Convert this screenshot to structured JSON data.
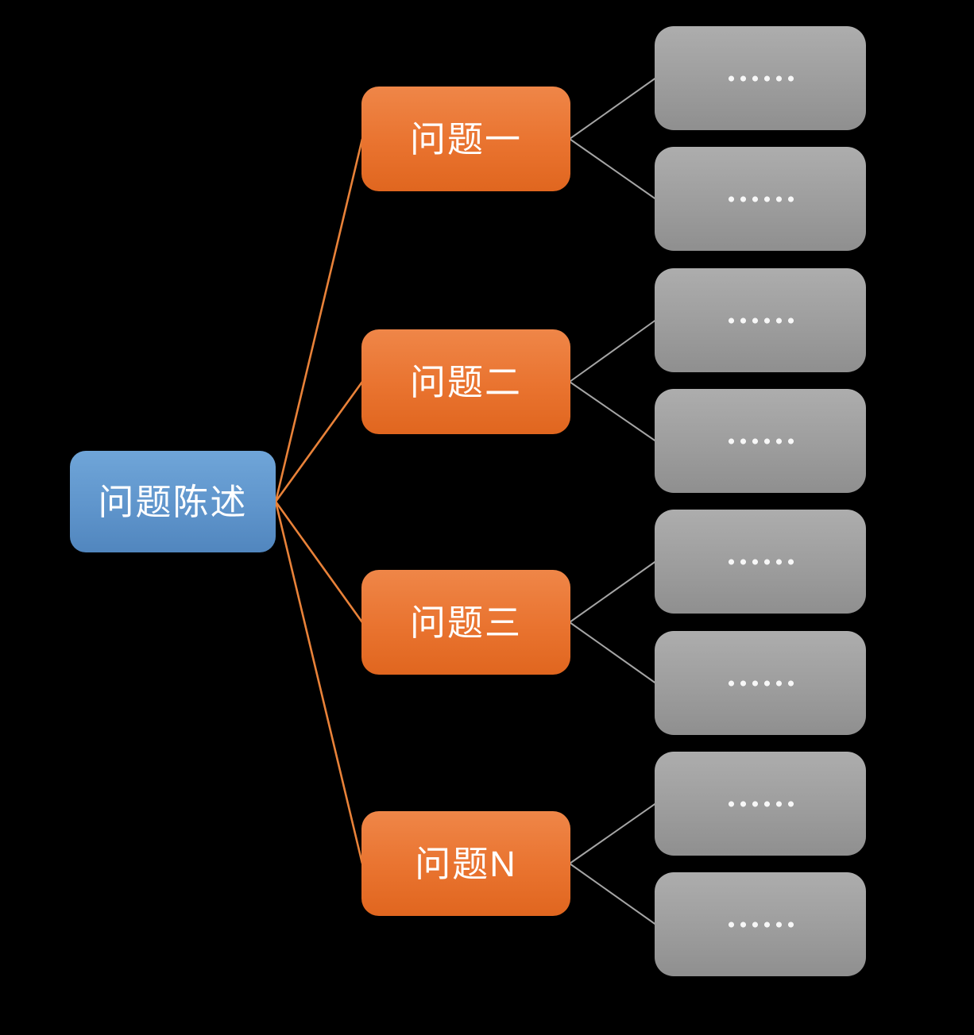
{
  "diagram": {
    "background_color": "#000000",
    "text_color": "#FFFFFF",
    "root": {
      "label": "问题陈述",
      "fill_top": "#6FA5D8",
      "fill_bottom": "#5186BE"
    },
    "branches": [
      {
        "label": "问题一",
        "children": [
          {
            "label": "……"
          },
          {
            "label": "……"
          }
        ]
      },
      {
        "label": "问题二",
        "children": [
          {
            "label": "……"
          },
          {
            "label": "……"
          }
        ]
      },
      {
        "label": "问题三",
        "children": [
          {
            "label": "……"
          },
          {
            "label": "……"
          }
        ]
      },
      {
        "label": "问题N",
        "children": [
          {
            "label": "……"
          },
          {
            "label": "……"
          }
        ]
      }
    ],
    "branch_fill_top": "#EF8648",
    "branch_fill_bottom": "#E0661F",
    "leaf_fill_top": "#ADADAD",
    "leaf_fill_bottom": "#8F8F8F",
    "root_connector_color": "#E98239",
    "leaf_connector_color": "#A5A5A5",
    "leaf_dot_color": "#F7F7F7"
  }
}
